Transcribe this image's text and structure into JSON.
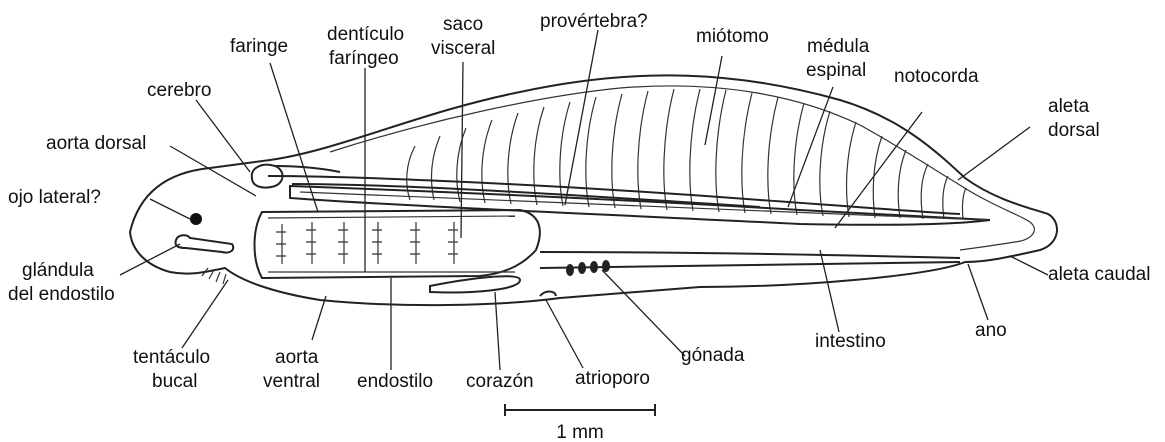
{
  "labels": {
    "faringe": "faringe",
    "denticulo_1": "dentículo",
    "denticulo_2": "faríngeo",
    "saco_1": "saco",
    "saco_2": "visceral",
    "provertebra": "provértebra?",
    "miotomo": "miótomo",
    "medula_1": "médula",
    "medula_2": "espinal",
    "notocorda": "notocorda",
    "aleta_dorsal_1": "aleta",
    "aleta_dorsal_2": "dorsal",
    "cerebro": "cerebro",
    "aorta_dorsal": "aorta dorsal",
    "ojo_lateral": "ojo lateral?",
    "glandula_1": "glándula",
    "glandula_2": "del endostilo",
    "aleta_caudal": "aleta caudal",
    "tentaculo_1": "tentáculo",
    "tentaculo_2": "bucal",
    "aorta_ventral_1": "aorta",
    "aorta_ventral_2": "ventral",
    "endostilo": "endostilo",
    "corazon": "corazón",
    "atrioporo": "atrioporo",
    "gonada": "gónada",
    "intestino": "intestino",
    "ano": "ano"
  },
  "scale_bar": {
    "label": "1 mm"
  },
  "colors": {
    "ink": "#222222",
    "background": "#ffffff"
  }
}
